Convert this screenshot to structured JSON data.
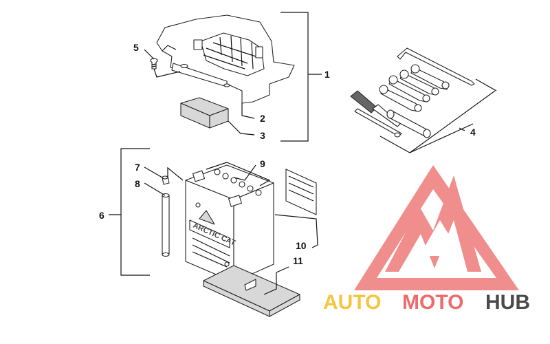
{
  "callouts": {
    "n1": "1",
    "n2": "2",
    "n3": "3",
    "n4": "4",
    "n5": "5",
    "n6": "6",
    "n7": "7",
    "n8": "8",
    "n9": "9",
    "n10": "10",
    "n11": "11"
  },
  "battery_brand": "ARCTIC CAT",
  "watermark": {
    "word_auto": "AUTO",
    "word_moto": "MOTO",
    "word_hub": "HUB",
    "color_auto": "#f5c542",
    "color_moto": "#ec6b6b",
    "color_hub": "#4a4a4a",
    "logo_color": "#ee7a7a"
  }
}
